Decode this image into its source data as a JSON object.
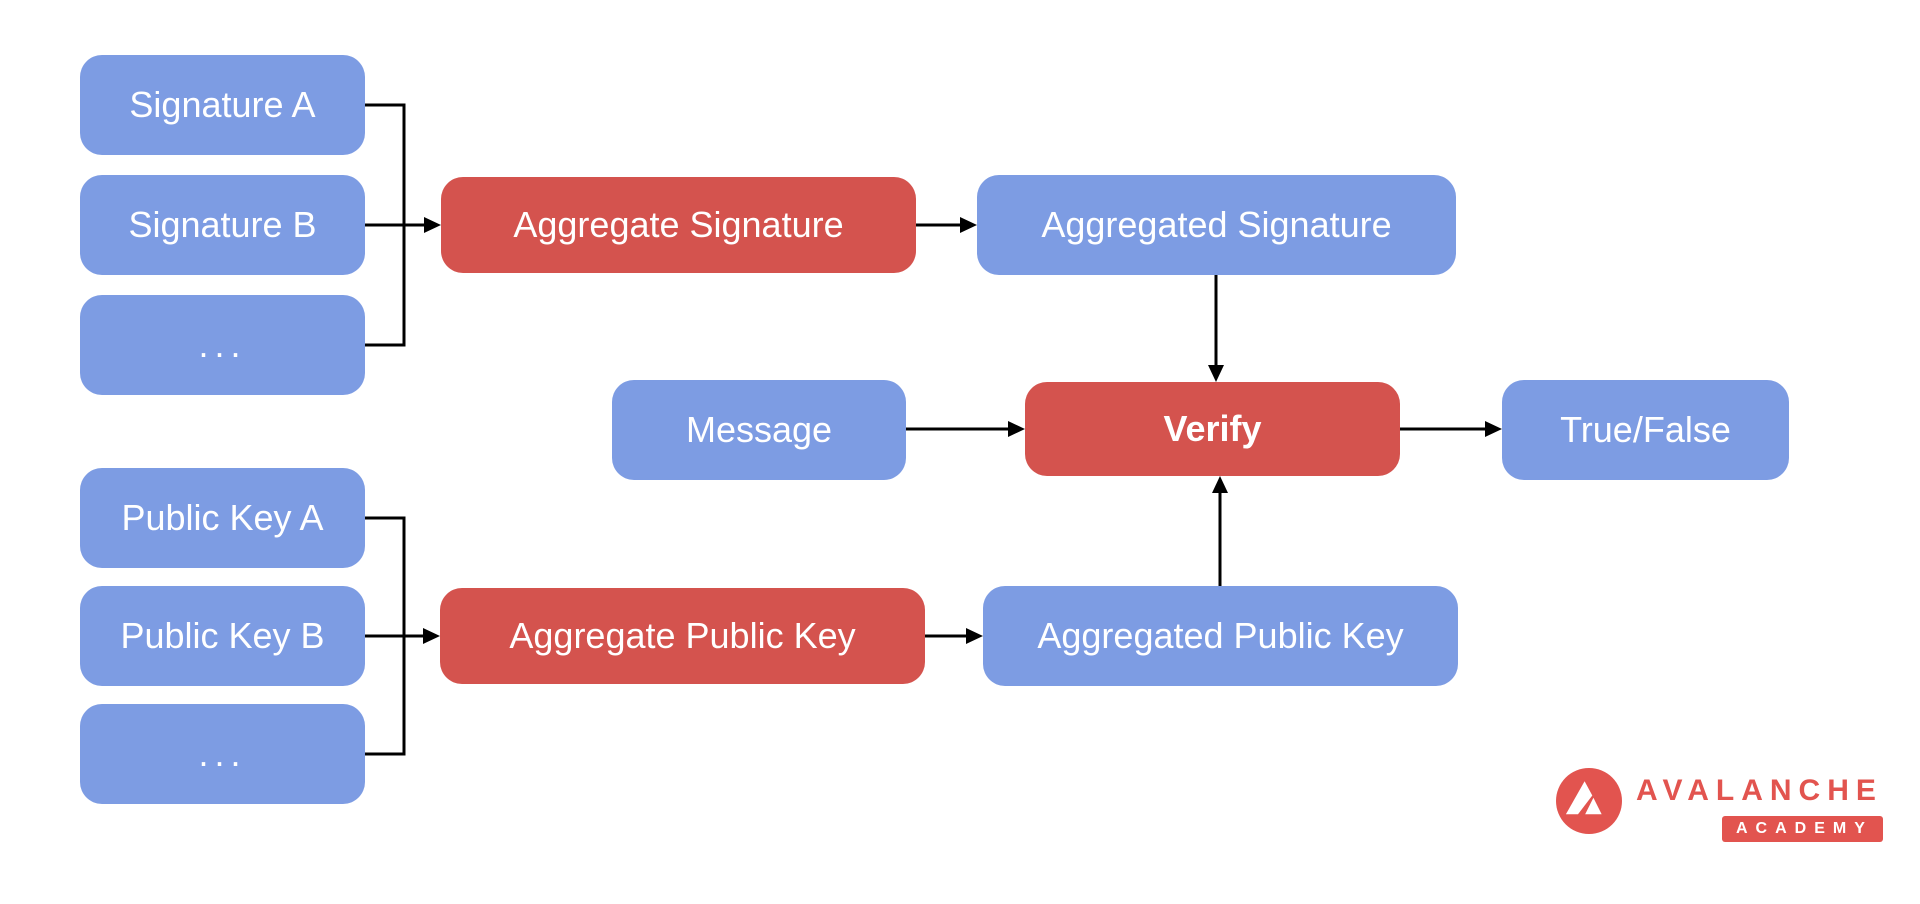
{
  "diagram": {
    "nodes": {
      "signature_a": {
        "label": "Signature A"
      },
      "signature_b": {
        "label": "Signature B"
      },
      "signature_more": {
        "label": "..."
      },
      "aggregate_signature": {
        "label": "Aggregate Signature"
      },
      "aggregated_signature": {
        "label": "Aggregated Signature"
      },
      "message": {
        "label": "Message"
      },
      "verify": {
        "label": "Verify"
      },
      "true_false": {
        "label": "True/False"
      },
      "public_key_a": {
        "label": "Public Key A"
      },
      "public_key_b": {
        "label": "Public Key B"
      },
      "public_key_more": {
        "label": "..."
      },
      "aggregate_public_key": {
        "label": "Aggregate Public Key"
      },
      "aggregated_public_key": {
        "label": "Aggregated Public Key"
      }
    },
    "colors": {
      "input_node_blue": "#7D9CE3",
      "operation_node_red": "#D4534E",
      "node_text": "#FFFFFF",
      "connector": "#000000"
    }
  },
  "logo": {
    "brand": "AVALANCHE",
    "badge": "ACADEMY",
    "color": "#E2544F",
    "mark": "avalanche-triangle-icon"
  }
}
